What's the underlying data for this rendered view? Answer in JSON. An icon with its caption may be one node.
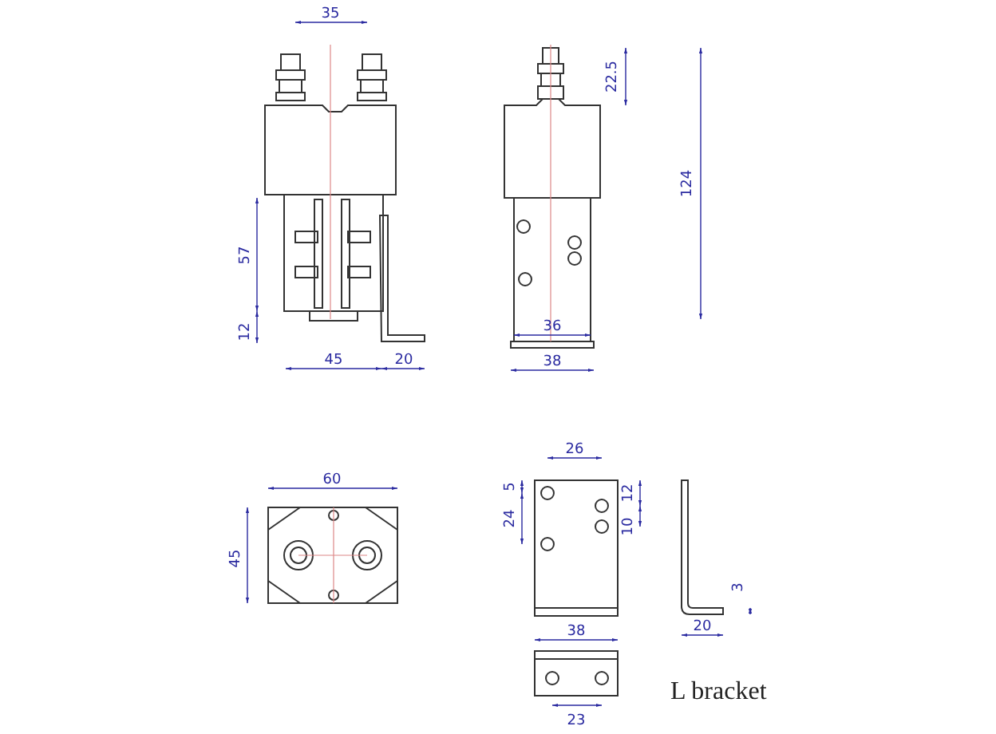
{
  "diagram": {
    "labels": [
      "35",
      "22.5",
      "124",
      "57",
      "12",
      "36",
      "45",
      "20",
      "38",
      "60",
      "26",
      "5",
      "24",
      "12",
      "10",
      "45",
      "3",
      "38",
      "20",
      "23",
      "L bracket"
    ]
  }
}
